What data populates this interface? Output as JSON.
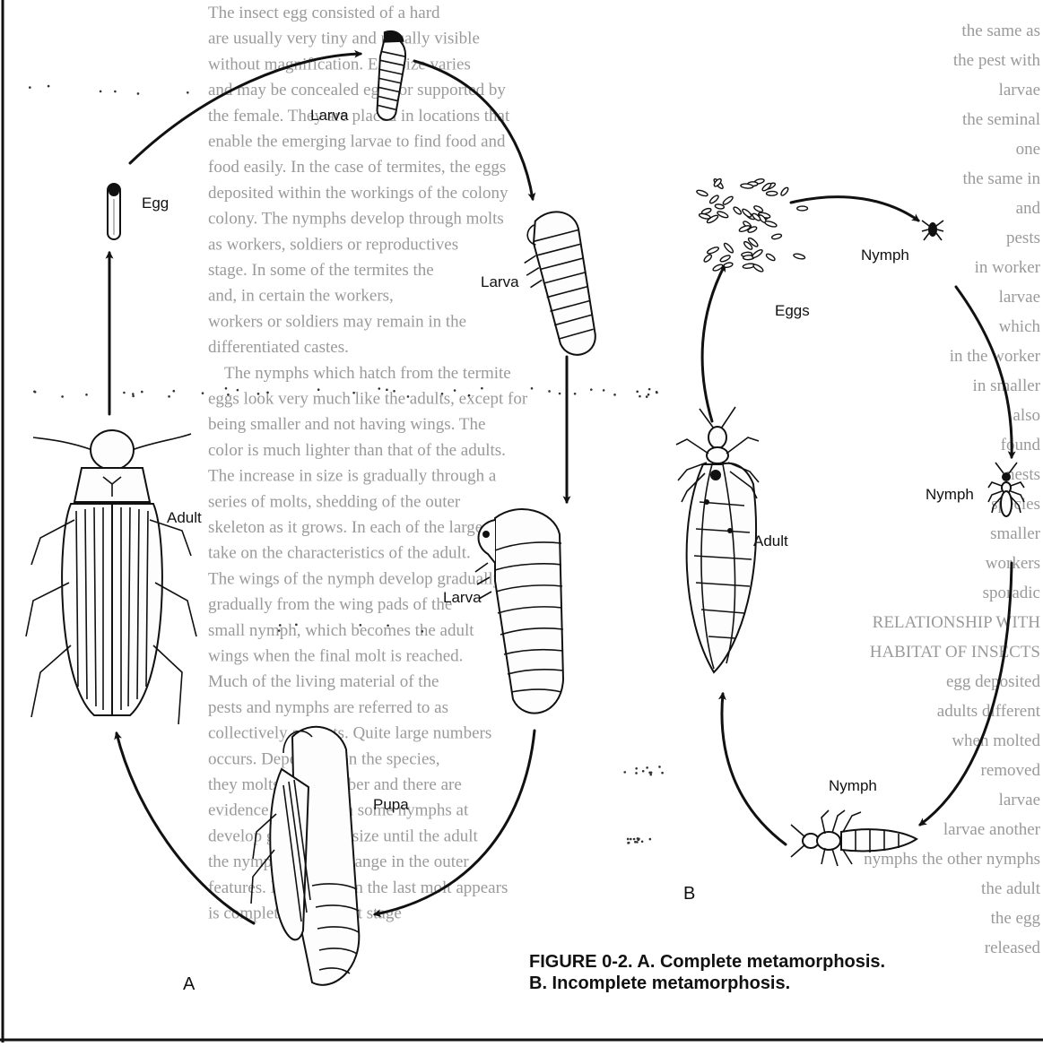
{
  "labels": {
    "egg_a": "Egg",
    "larva_1": "Larva",
    "larva_2": "Larva",
    "larva_3": "Larva",
    "pupa": "Pupa",
    "adult_a": "Adult",
    "eggs_b": "Eggs",
    "nymph_1": "Nymph",
    "nymph_2": "Nymph",
    "nymph_3": "Nymph",
    "adult_b": "Adult"
  },
  "panels": {
    "a": "A",
    "b": "B"
  },
  "caption": {
    "line1": "FIGURE 0-2. A. Complete metamorphosis.",
    "line2": "B. Incomplete metamorphosis."
  },
  "bleed_through_text": [
    "The insect egg consisted of a hard",
    "are usually very tiny and usually visible",
    "without magnification. Egg size varies",
    "and may be concealed eggs or supported by",
    "the female. They are placed in locations that",
    "enable the emerging larvae to find food and",
    "food easily. In the case of termites, the eggs",
    "deposited within the workings of the colony",
    "colony. The nymphs develop through molts",
    "as workers, soldiers or reproductives",
    "stage. In some of the termites the",
    "and, in certain the workers,",
    "workers or soldiers may remain in the",
    "differentiated castes.",
    "The nymphs which hatch from the termite",
    "eggs look very much like the adults, except for",
    "being smaller and not having wings. The",
    "color is much lighter than that of the adults.",
    "The increase in size is gradually through a",
    "series of molts, shedding of the outer",
    "skeleton as it grows. In each of the larger",
    "take on the characteristics of the adult.",
    "The wings of the nymph develop gradually",
    "gradually from the wing pads of the",
    "small nymph, which becomes the adult",
    "wings when the final molt is reached.",
    "Much of the living material of the",
    "pests and nymphs are referred to as",
    "collectively as pests. Quite large numbers",
    "occurs. Depending on the species,",
    "they molts may number and there are",
    "evidence of wings on some nymphs at",
    "develop gradually in size until the adult",
    "the nymphs do not change in the outer",
    "features. Finally, when the last molt appears",
    "is completed, the adult stage"
  ],
  "bleed_through_right": [
    "the same as",
    "the pest with",
    "larvae",
    "the seminal",
    "one",
    "the same in",
    "and",
    "pests",
    "in worker",
    "larvae",
    "which",
    "in the worker",
    "in smaller",
    "also",
    "found",
    "nests",
    "species",
    "smaller",
    "workers",
    "sporadic",
    "RELATIONSHIP WITH",
    "HABITAT OF INSECTS",
    "egg deposited",
    "adults different",
    "when molted",
    "removed",
    "larvae",
    "larvae another",
    "nymphs the other nymphs",
    "the adult",
    "the egg",
    "released"
  ]
}
